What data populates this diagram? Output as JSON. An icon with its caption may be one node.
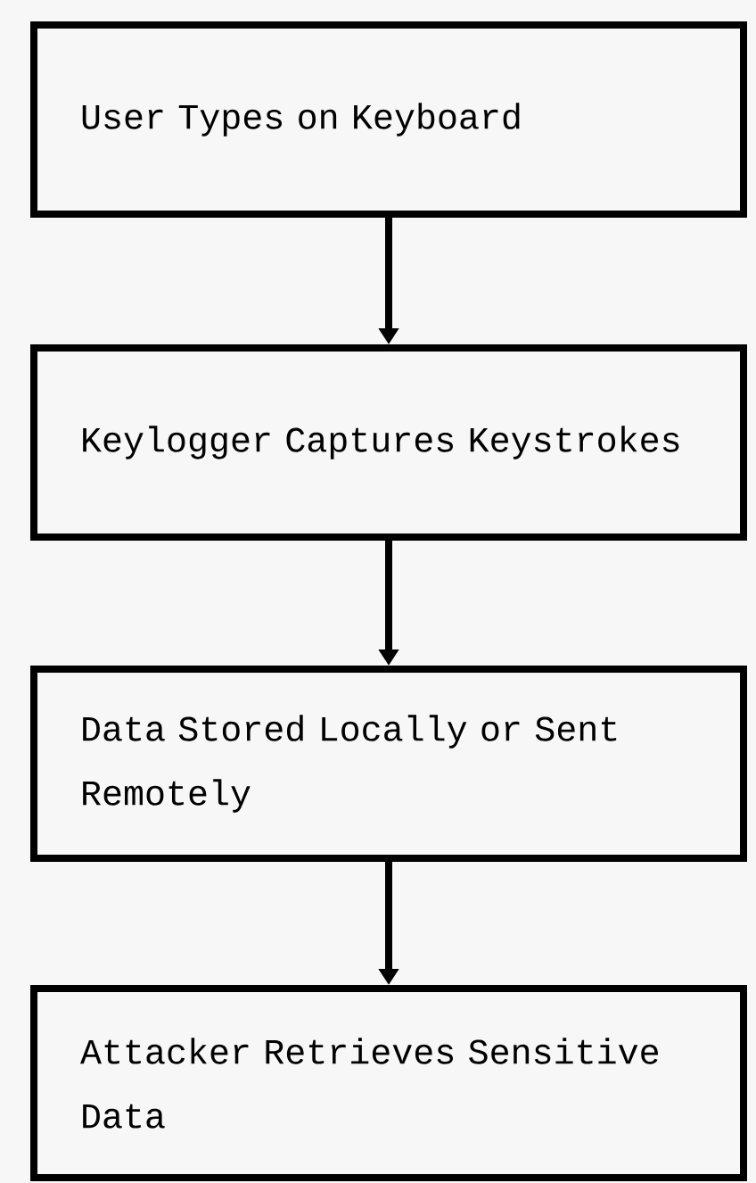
{
  "diagram": {
    "nodes": [
      {
        "text": [
          "User Types on Keyboard"
        ]
      },
      {
        "text": [
          "Keylogger Captures Keystrokes"
        ]
      },
      {
        "text": [
          "Data Stored Locally or Sent Remotely"
        ]
      },
      {
        "text": [
          "Attacker Retrieves Sensitive Data"
        ]
      }
    ],
    "edges": [
      {
        "from": 0,
        "to": 1,
        "arrow": "to"
      },
      {
        "from": 1,
        "to": 2,
        "arrow": "to"
      },
      {
        "from": 2,
        "to": 3,
        "arrow": "to"
      }
    ]
  }
}
